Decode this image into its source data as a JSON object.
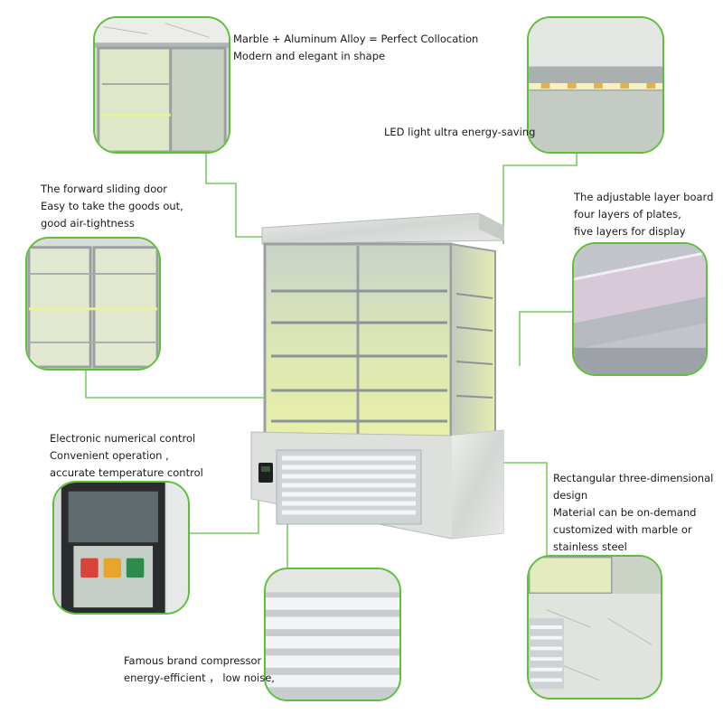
{
  "colors": {
    "accent": "#5cc03a",
    "text": "#1a1a1a",
    "marble": "#d9dcd8",
    "frame": "#a9aeb0",
    "glow": "#e6f29a"
  },
  "features": [
    {
      "id": "marble-top",
      "lines": [
        "Marble + Aluminum Alloy = Perfect Collocation",
        "Modern and elegant in shape"
      ]
    },
    {
      "id": "led-light",
      "lines": [
        "LED light ultra energy-saving"
      ]
    },
    {
      "id": "sliding-door",
      "lines": [
        "The forward sliding door",
        "Easy to take the goods out,",
        "good air-tightness"
      ]
    },
    {
      "id": "layer-board",
      "lines": [
        "The adjustable layer board",
        "four layers of plates,",
        "five layers for display"
      ]
    },
    {
      "id": "numerical-control",
      "lines": [
        "Electronic numerical control",
        "Convenient operation ,",
        "accurate temperature control"
      ]
    },
    {
      "id": "design",
      "lines": [
        "Rectangular three-dimensional",
        "design",
        "Material can be on-demand",
        "customized with marble or",
        "stainless steel"
      ]
    },
    {
      "id": "compressor",
      "lines": [
        "Famous brand compressor",
        "energy-efficient ， low noise,"
      ]
    }
  ]
}
